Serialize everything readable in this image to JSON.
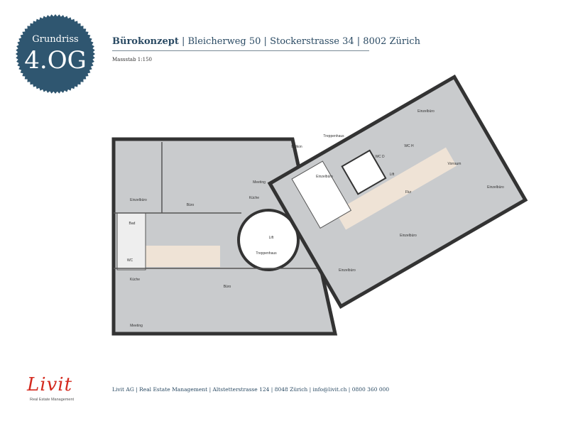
{
  "badge": {
    "label": "Grundriss",
    "floor": "4.OG",
    "color": "#2f5670"
  },
  "header": {
    "title_bold": "Bürokonzept",
    "title_rest": " | Bleicherweg 50 | Stockerstrasse 34 | 8002 Zürich",
    "scale": "Massstab 1:150"
  },
  "rooms": [
    "Einzelbüro",
    "Büro",
    "Meeting",
    "Küche",
    "Bad",
    "WC",
    "Küche",
    "Büro",
    "Meeting",
    "Lift",
    "Treppenhaus",
    "Balkon",
    "Treppenhaus",
    "Einzelbüro",
    "WC D",
    "WC H",
    "Lift",
    "Flur",
    "Vorraum",
    "Einzelbüro",
    "Einzelbüro",
    "Einzelbüro",
    "Einzelbüro"
  ],
  "footer": {
    "logo": "Livit",
    "logo_sub": "Real Estate Management",
    "text": "Livit AG | Real Estate Management | Altstetterstrasse 124 | 8048 Zürich | info@livit.ch | 0800 360 000"
  }
}
